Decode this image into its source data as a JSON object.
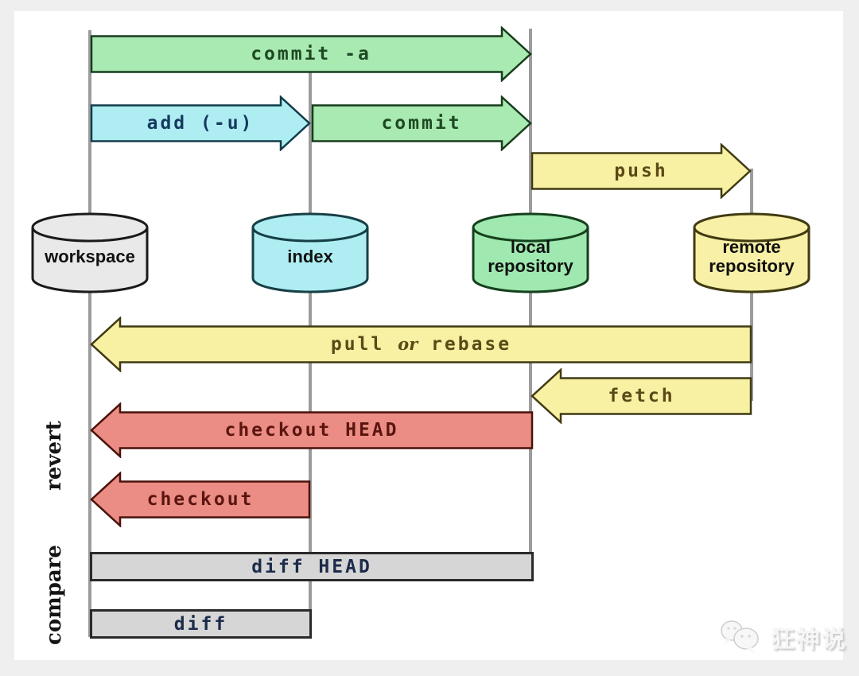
{
  "colors": {
    "green_fill": "#a9e9b2",
    "green_stroke": "#173d1c",
    "green_text": "#1d4a23",
    "cyan_fill": "#aeeef2",
    "cyan_stroke": "#123c4a",
    "cyan_text": "#16395f",
    "yellow_fill": "#f8f0a2",
    "yellow_stroke": "#3f3a14",
    "yellow_text": "#5a4a17",
    "red_fill": "#eb8d84",
    "red_stroke": "#4a120c",
    "red_text": "#5a1510",
    "gray_fill": "#d6d6d6",
    "gray_stroke": "#2a2a2a",
    "gray_text": "#1c2b4a",
    "ws_fill": "#e9e9e9",
    "ws_stroke": "#1a1a1a",
    "idx_fill": "#aeeef2",
    "idx_stroke": "#173f46",
    "local_fill": "#9fe9b0",
    "local_stroke": "#15401d",
    "remote_fill": "#f7f0a6",
    "remote_stroke": "#403a12",
    "line": "#9c9c9c"
  },
  "nodes": {
    "workspace": {
      "label": "workspace"
    },
    "index": {
      "label": "index"
    },
    "local": {
      "label_line1": "local",
      "label_line2": "repository"
    },
    "remote": {
      "label_line1": "remote",
      "label_line2": "repository"
    }
  },
  "arrows": {
    "commit_a": {
      "label": "commit -a"
    },
    "add": {
      "label": "add (-u)"
    },
    "commit": {
      "label": "commit"
    },
    "push": {
      "label": "push"
    },
    "pull": {
      "part_pull": "pull",
      "part_or": "or",
      "part_rebase": "rebase"
    },
    "fetch": {
      "label": "fetch"
    },
    "checkout_head": {
      "label": "checkout HEAD"
    },
    "checkout": {
      "label": "checkout"
    }
  },
  "bars": {
    "diff_head": {
      "label": "diff HEAD"
    },
    "diff": {
      "label": "diff"
    }
  },
  "side_labels": {
    "revert": "revert",
    "compare": "compare"
  },
  "watermark": {
    "text": "狂神说"
  }
}
